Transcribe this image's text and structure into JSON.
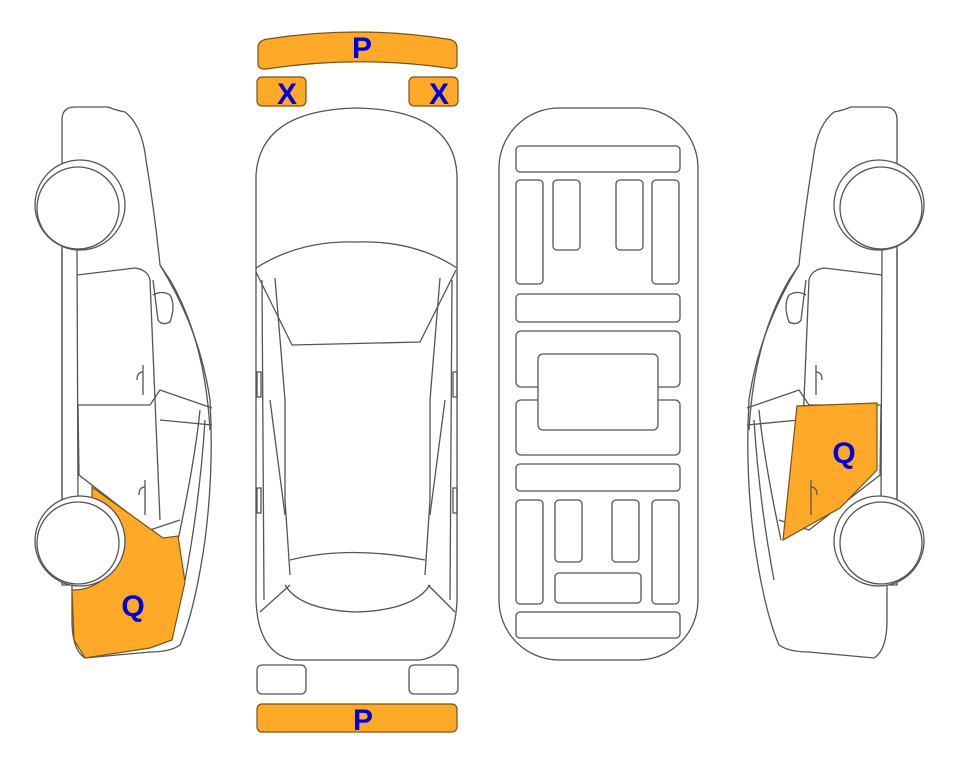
{
  "colors": {
    "damage_fill": "#FFA928",
    "label_color": "#0000DD",
    "outline": "#555555"
  },
  "parts": {
    "front_bumper": {
      "label": "P"
    },
    "front_left_light": {
      "label": "X"
    },
    "front_right_light": {
      "label": "X"
    },
    "rear_bumper": {
      "label": "P"
    },
    "left_rear_fender": {
      "label": "Q"
    },
    "right_rear_door": {
      "label": "Q"
    }
  }
}
